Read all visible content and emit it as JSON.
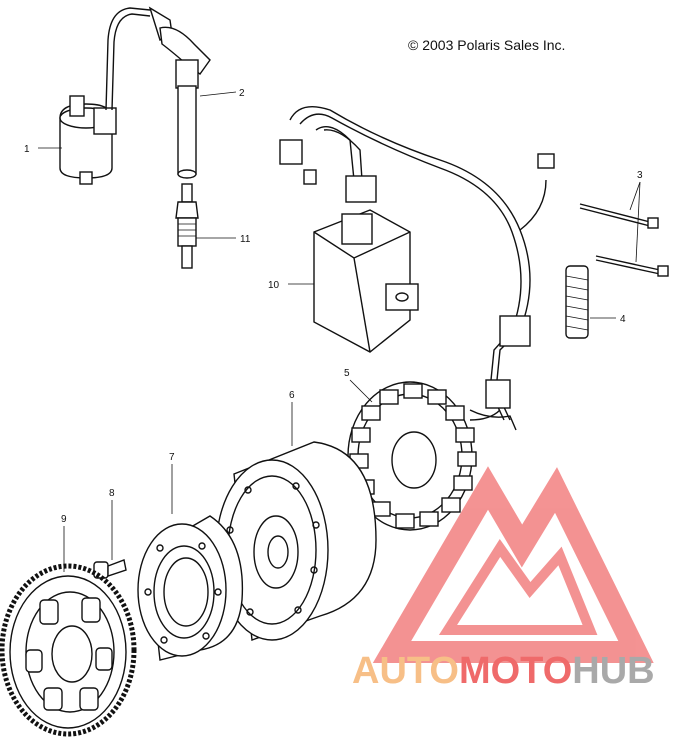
{
  "copyright": "© 2003 Polaris Sales Inc.",
  "callouts": {
    "p1": "1",
    "p2": "2",
    "p3": "3",
    "p4": "4",
    "p5": "5",
    "p6": "6",
    "p7": "7",
    "p8": "8",
    "p9": "9",
    "p10": "10",
    "p11": "11"
  },
  "watermark": {
    "part1": "AUTO",
    "part2": "MOTO",
    "part3": "HUB",
    "colors": {
      "auto": "#f7bf87",
      "moto": "#ef6a6a",
      "hub": "#a9a9a9",
      "logo": "#f28080"
    }
  }
}
